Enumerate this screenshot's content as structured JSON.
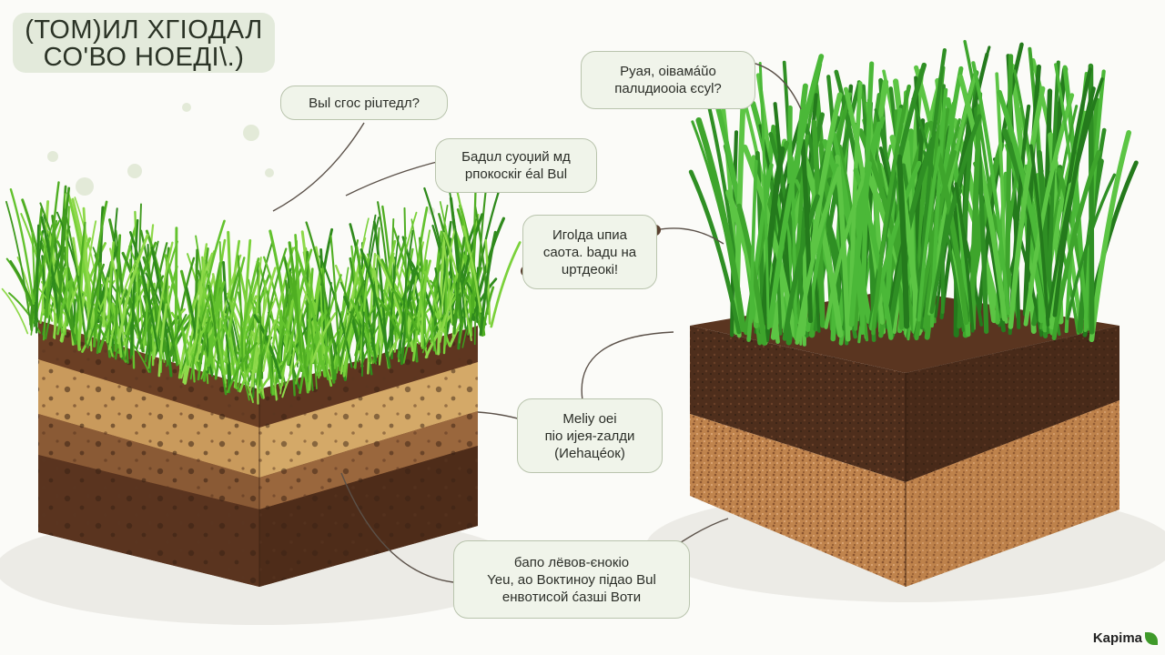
{
  "title": {
    "line1": "(ТОМ)ИЛ ХГІОДАЛ",
    "line2": "СО'ВО НОЕДІ\\.)"
  },
  "callouts": [
    {
      "id": "c1",
      "lines": [
        "Bыl cгoc piuтедл?"
      ]
    },
    {
      "id": "c2",
      "lines": [
        "Бaдuл суоџий мд",
        "pпoкocкir éal Bul"
      ]
    },
    {
      "id": "c3",
      "lines": [
        "Pyaя, oiвaмáŭо",
        "пaлuдиoоіа єсуl?"
      ]
    },
    {
      "id": "c4",
      "lines": [
        "Игоlдa uпиa",
        "сaoтa. baдu на",
        "uртдеокі!"
      ]
    },
    {
      "id": "c5",
      "lines": [
        "Meliy oei",
        "пio иjeя-zaлди",
        "(Иehaцéoк)"
      ]
    },
    {
      "id": "c6",
      "lines": [
        "бaпo лёвов-єнокio",
        "Yeu, ao Boктиноу пiдao Bul",
        "eнвoтисой ćaзші Bоти"
      ]
    }
  ],
  "brand": "Kapima",
  "colors": {
    "grass_light": "#5fbf2a",
    "grass_dark": "#2f8f24",
    "soil_dark": "#4a2a18",
    "soil_light": "#c99a5c",
    "callout_bg": "#f0f4ea"
  }
}
